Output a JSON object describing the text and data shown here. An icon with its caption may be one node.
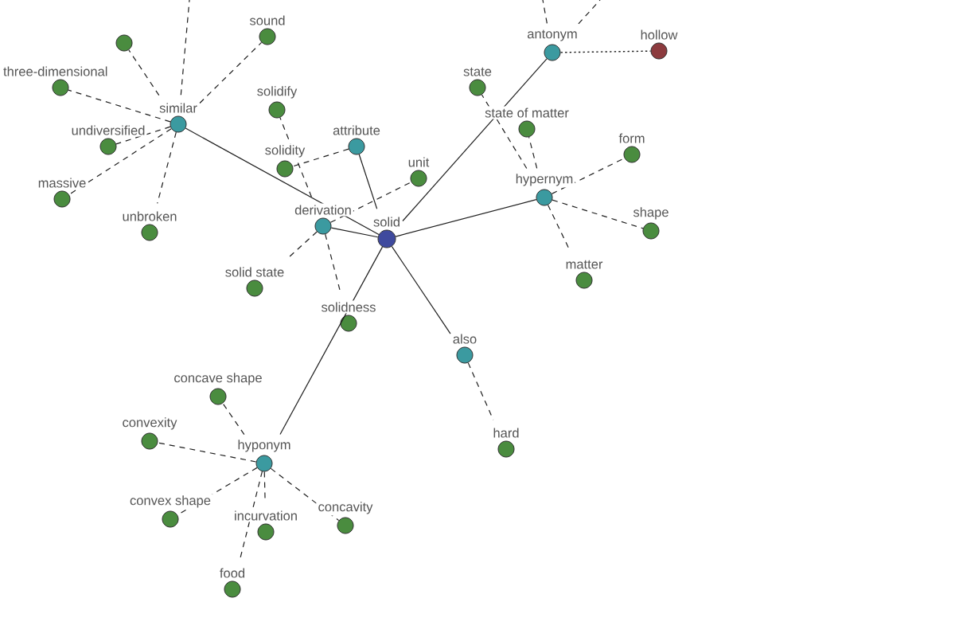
{
  "diagram": {
    "nodes": [
      {
        "text": [],
        "shape": "circle"
      },
      {
        "text": [
          "sound"
        ]
      },
      {
        "text": [
          "antonym"
        ]
      },
      {
        "text": [
          "hollow"
        ]
      },
      {
        "text": [
          "three-dimensional"
        ]
      },
      {
        "text": [
          "state"
        ]
      },
      {
        "text": [
          "solidify"
        ]
      },
      {
        "text": [
          "similar"
        ]
      },
      {
        "text": [
          "state of matter"
        ]
      },
      {
        "text": [
          "undiversified"
        ]
      },
      {
        "text": [
          "attribute"
        ]
      },
      {
        "text": [
          "form"
        ]
      },
      {
        "text": [
          "solidity"
        ]
      },
      {
        "text": [
          "unit"
        ]
      },
      {
        "text": [
          "massive"
        ]
      },
      {
        "text": [
          "hypernym"
        ]
      },
      {
        "text": [
          "unbroken"
        ]
      },
      {
        "text": [
          "derivation"
        ]
      },
      {
        "text": [
          "solid"
        ]
      },
      {
        "text": [
          "shape"
        ]
      },
      {
        "text": [
          "solid state"
        ]
      },
      {
        "text": [
          "matter"
        ]
      },
      {
        "text": [
          "solidness"
        ]
      },
      {
        "text": [
          "also"
        ]
      },
      {
        "text": [
          "concave shape"
        ]
      },
      {
        "text": [
          "convexity"
        ]
      },
      {
        "text": [
          "hard"
        ]
      },
      {
        "text": [
          "hyponym"
        ]
      },
      {
        "text": [
          "convex shape"
        ]
      },
      {
        "text": [
          "incurvation"
        ]
      },
      {
        "text": [
          "concavity"
        ]
      },
      {
        "text": [
          "food"
        ]
      }
    ],
    "edges": [
      {
        "from": 18,
        "to": 7,
        "arrow": "none"
      },
      {
        "from": 18,
        "to": 10,
        "arrow": "none"
      },
      {
        "from": 18,
        "to": 17,
        "arrow": "none"
      },
      {
        "from": 18,
        "to": 2,
        "arrow": "none"
      },
      {
        "from": 18,
        "to": 15,
        "arrow": "none"
      },
      {
        "from": 18,
        "to": 23,
        "arrow": "none"
      },
      {
        "from": 18,
        "to": 27,
        "arrow": "none"
      },
      {
        "from": 7,
        "to": 0,
        "arrow": "none",
        "style": "dashed"
      },
      {
        "from": 7,
        "to": 1,
        "arrow": "none",
        "style": "dashed"
      },
      {
        "from": 7,
        "to": 4,
        "arrow": "none",
        "style": "dashed"
      },
      {
        "from": 7,
        "to": 9,
        "arrow": "none",
        "style": "dashed"
      },
      {
        "from": 7,
        "to": 14,
        "arrow": "none",
        "style": "dashed"
      },
      {
        "from": 7,
        "to": 16,
        "arrow": "none",
        "style": "dashed"
      },
      {
        "from": 7,
        "to": null,
        "arrow": "none",
        "style": "dashed"
      },
      {
        "from": 10,
        "to": 12,
        "arrow": "none",
        "style": "dashed"
      },
      {
        "from": 17,
        "to": 6,
        "arrow": "none",
        "style": "dashed"
      },
      {
        "from": 17,
        "to": 13,
        "arrow": "none",
        "style": "dashed"
      },
      {
        "from": 17,
        "to": 20,
        "arrow": "none",
        "style": "dashed"
      },
      {
        "from": 17,
        "to": 22,
        "arrow": "none",
        "style": "dashed"
      },
      {
        "from": 2,
        "to": null,
        "arrow": "none",
        "style": "dashed"
      },
      {
        "from": 2,
        "to": null,
        "arrow": "none",
        "style": "dashed"
      },
      {
        "from": 2,
        "to": 3,
        "arrow": "none",
        "style": "dashed"
      },
      {
        "from": 15,
        "to": 5,
        "arrow": "none",
        "style": "dashed"
      },
      {
        "from": 15,
        "to": 8,
        "arrow": "none",
        "style": "dashed"
      },
      {
        "from": 15,
        "to": 11,
        "arrow": "none",
        "style": "dashed"
      },
      {
        "from": 15,
        "to": 19,
        "arrow": "none",
        "style": "dashed"
      },
      {
        "from": 15,
        "to": 21,
        "arrow": "none",
        "style": "dashed"
      },
      {
        "from": 23,
        "to": 26,
        "arrow": "none",
        "style": "dashed"
      },
      {
        "from": 27,
        "to": 24,
        "arrow": "none",
        "style": "dashed"
      },
      {
        "from": 27,
        "to": 25,
        "arrow": "none",
        "style": "dashed"
      },
      {
        "from": 27,
        "to": 28,
        "arrow": "none",
        "style": "dashed"
      },
      {
        "from": 27,
        "to": 29,
        "arrow": "none",
        "style": "dashed"
      },
      {
        "from": 27,
        "to": 30,
        "arrow": "none",
        "style": "dashed"
      },
      {
        "from": 27,
        "to": 31,
        "arrow": "none",
        "style": "dashed"
      }
    ]
  }
}
